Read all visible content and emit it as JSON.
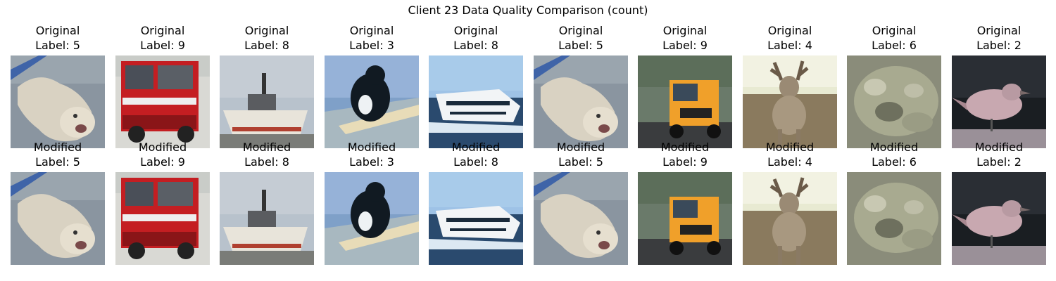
{
  "figure": {
    "title": "Client 23 Data Quality Comparison (count)"
  },
  "rows": [
    {
      "prefix": "Original",
      "items": [
        {
          "label": "Label: 5",
          "subject": "dog"
        },
        {
          "label": "Label: 9",
          "subject": "fire-truck"
        },
        {
          "label": "Label: 8",
          "subject": "ship"
        },
        {
          "label": "Label: 3",
          "subject": "cat"
        },
        {
          "label": "Label: 8",
          "subject": "speedboat"
        },
        {
          "label": "Label: 5",
          "subject": "dog"
        },
        {
          "label": "Label: 9",
          "subject": "truck"
        },
        {
          "label": "Label: 4",
          "subject": "deer"
        },
        {
          "label": "Label: 6",
          "subject": "frog"
        },
        {
          "label": "Label: 2",
          "subject": "bird"
        }
      ]
    },
    {
      "prefix": "Modified",
      "items": [
        {
          "label": "Label: 5",
          "subject": "dog"
        },
        {
          "label": "Label: 9",
          "subject": "fire-truck"
        },
        {
          "label": "Label: 8",
          "subject": "ship"
        },
        {
          "label": "Label: 3",
          "subject": "cat"
        },
        {
          "label": "Label: 8",
          "subject": "speedboat"
        },
        {
          "label": "Label: 5",
          "subject": "dog"
        },
        {
          "label": "Label: 9",
          "subject": "truck"
        },
        {
          "label": "Label: 4",
          "subject": "deer"
        },
        {
          "label": "Label: 6",
          "subject": "frog"
        },
        {
          "label": "Label: 2",
          "subject": "bird"
        }
      ]
    }
  ]
}
